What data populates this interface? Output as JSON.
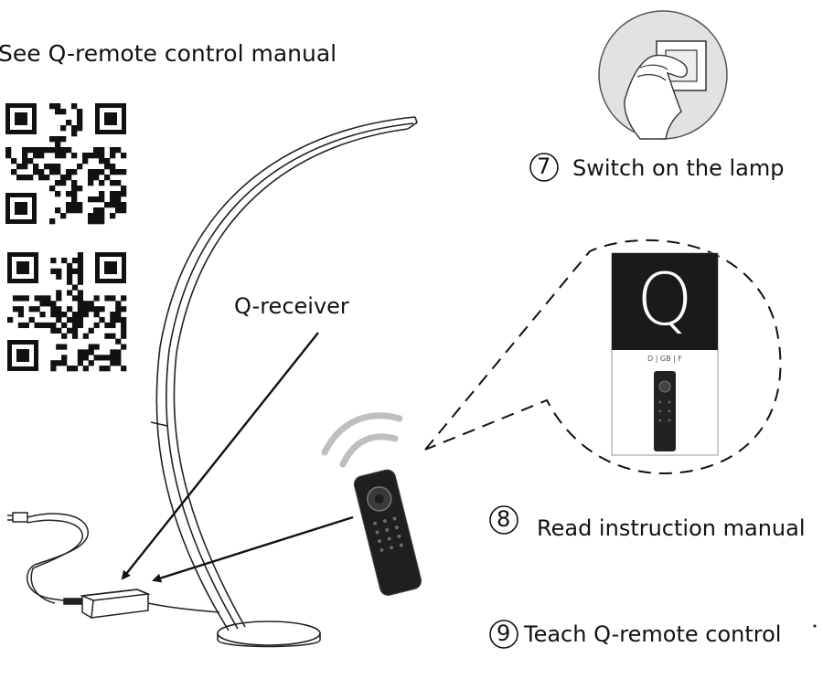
{
  "labels": {
    "qr_instruction": "See Q-remote control manual",
    "receiver": "Q-receiver",
    "step7_number": "7",
    "step7_text": "Switch on the lamp",
    "step8_number": "8",
    "step8_text": "Read instruction manual",
    "step9_number": "9",
    "step9_text": "Teach Q-remote control",
    "manual_logo": "Q",
    "manual_languages": "D | GB | F"
  },
  "icons": {
    "qr_code_1": "qr-code",
    "qr_code_2": "qr-code",
    "wall_switch": "hand-pressing-switch",
    "remote": "remote-control",
    "signal": "wireless-signal-waves",
    "plug": "power-plug",
    "transformer": "power-supply-box",
    "lamp": "arc-floor-lamp",
    "manual": "instruction-manual-booklet"
  },
  "colors": {
    "line": "#222222",
    "manual_dark": "#1a1a1a",
    "signal_gray": "#bfbfbf",
    "switch_circle": "#e2e2e2"
  }
}
